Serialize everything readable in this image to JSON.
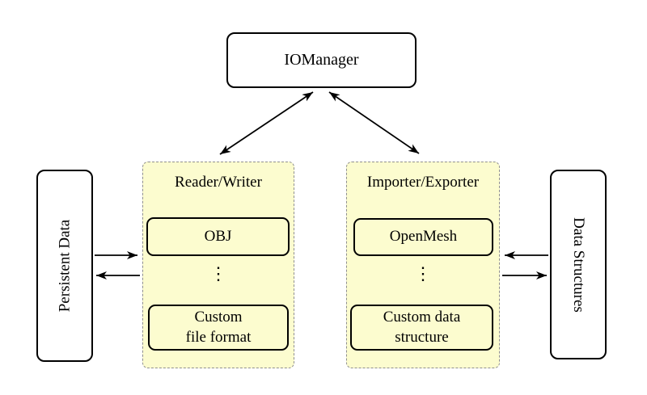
{
  "colors": {
    "background": "#ffffff",
    "container_fill": "#fcfccf",
    "container_border": "#8f8f8f",
    "node_fill": "#ffffff",
    "node_border": "#000000",
    "arrow": "#000000"
  },
  "nodes": {
    "iomanager": "IOManager",
    "persistent_data": "Persistent Data",
    "data_structures": "Data Structures"
  },
  "reader_writer": {
    "title": "Reader/Writer",
    "top_item": "OBJ",
    "ellipsis": "⋮",
    "bottom_item": "Custom\nfile format"
  },
  "importer_exporter": {
    "title": "Importer/Exporter",
    "top_item": "OpenMesh",
    "ellipsis": "⋮",
    "bottom_item": "Custom data\nstructure"
  }
}
